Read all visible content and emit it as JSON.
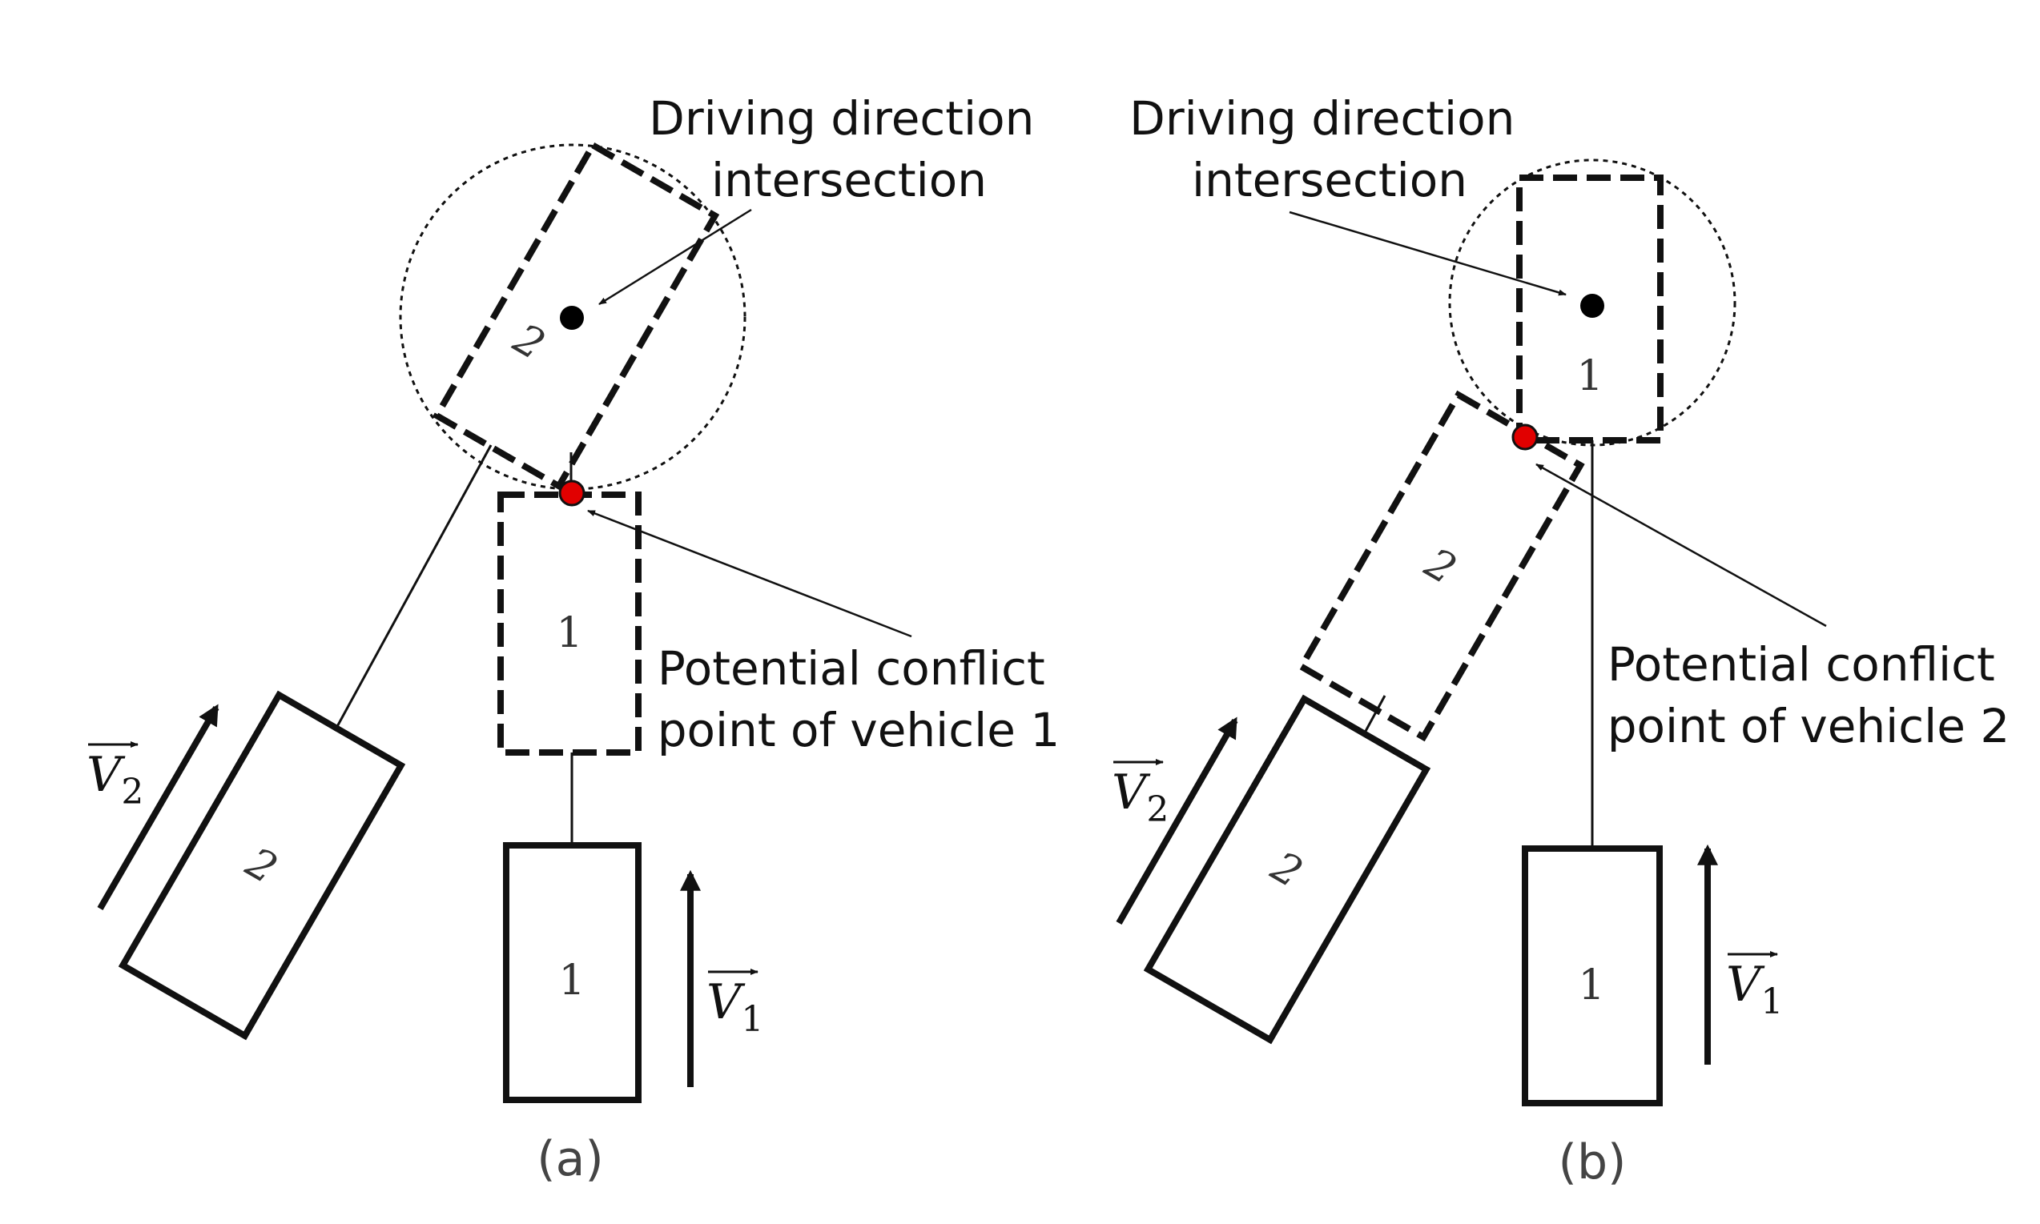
{
  "colors": {
    "stroke": "#111111",
    "conflict_point": "#e10000",
    "intersection_point": "#000000",
    "background": "#ffffff"
  },
  "panels": [
    {
      "id": "a",
      "caption": "(a)",
      "intersection_label": [
        "Driving direction",
        "intersection"
      ],
      "conflict_label": [
        "Potential conflict",
        "point of vehicle 1"
      ],
      "vehicle_1_label": "1",
      "vehicle_2_label": "2",
      "velocity_1": {
        "symbol": "V",
        "subscript": "1"
      },
      "velocity_2": {
        "symbol": "V",
        "subscript": "2"
      }
    },
    {
      "id": "b",
      "caption": "(b)",
      "intersection_label": [
        "Driving direction",
        "intersection"
      ],
      "conflict_label": [
        "Potential conflict",
        "point of vehicle 2"
      ],
      "vehicle_1_label": "1",
      "vehicle_2_label": "2",
      "velocity_1": {
        "symbol": "V",
        "subscript": "1"
      },
      "velocity_2": {
        "symbol": "V",
        "subscript": "2"
      }
    }
  ]
}
